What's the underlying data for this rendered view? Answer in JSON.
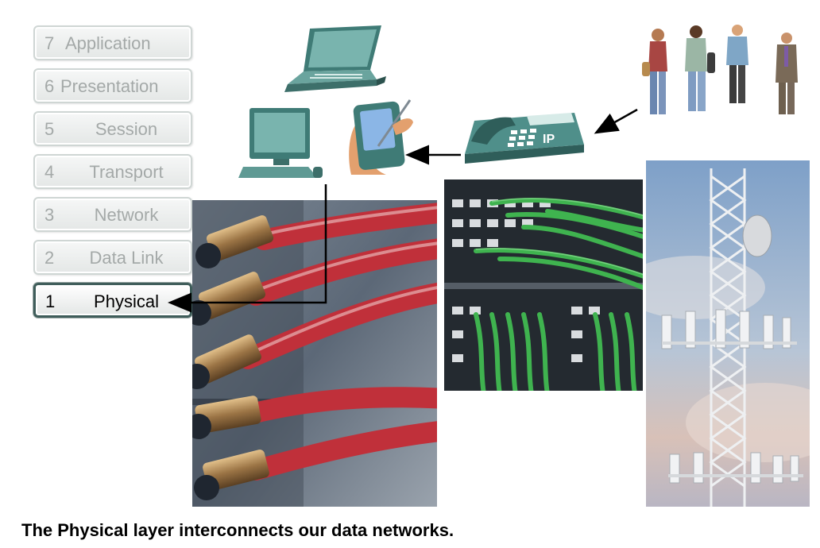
{
  "osi_layers": [
    {
      "number": "7",
      "name": "Application",
      "active": false
    },
    {
      "number": "6",
      "name": "Presentation",
      "active": false
    },
    {
      "number": "5",
      "name": "Session",
      "active": false
    },
    {
      "number": "4",
      "name": "Transport",
      "active": false
    },
    {
      "number": "3",
      "name": "Network",
      "active": false
    },
    {
      "number": "2",
      "name": "Data Link",
      "active": false
    },
    {
      "number": "1",
      "name": "Physical",
      "active": true
    }
  ],
  "devices": {
    "ip_phone_label": "IP",
    "icons": [
      "laptop-icon",
      "desktop-computer-icon",
      "pda-icon",
      "ip-phone-icon",
      "people-icon"
    ]
  },
  "photos": [
    "fiber-cables-photo",
    "patch-panel-photo",
    "cell-tower-photo"
  ],
  "caption": "The Physical layer interconnects our data networks.",
  "colors": {
    "device_teal": "#4f8f8a",
    "active_border": "#3f5d5a",
    "inactive_text": "#a4a9a8",
    "cable_red": "#c0303a",
    "cable_green": "#3fb34f"
  }
}
